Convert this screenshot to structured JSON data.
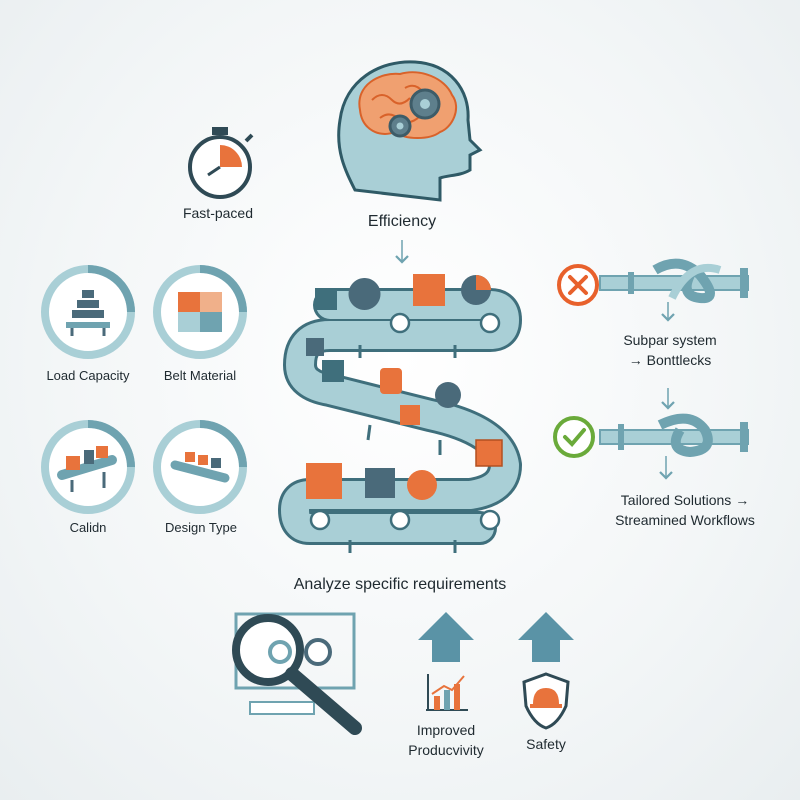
{
  "labels": {
    "fast_paced": "Fast-paced",
    "efficiency": "Efficiency",
    "load_capacity": "Load Capacity",
    "belt_material": "Belt Material",
    "calidn": "Calidn",
    "design_type": "Design Type",
    "subpar_line1": "Subpar system",
    "subpar_line2": "→ Bonttlecks",
    "tailored_line1": "Tailored Solutions →",
    "tailored_line2": "Streamined Workflows",
    "analyze": "Analyze specific requirements",
    "productivity_line1": "Improved",
    "productivity_line2": "Producvivity",
    "safety": "Safety"
  },
  "colors": {
    "teal": "#6fa3b0",
    "teal_light": "#a9cfd6",
    "teal_dark": "#3f6f7c",
    "orange": "#e8733c",
    "slate": "#4a6a7a",
    "red_x": "#e8612c",
    "green_check": "#6aaa3a",
    "arrow_up": "#5a93a6"
  },
  "icons": [
    "stopwatch-icon",
    "brain-gears-head-icon",
    "conveyor-s-belt",
    "load-capacity-icon",
    "belt-material-icon",
    "calidn-icon",
    "design-type-icon",
    "x-circle-icon",
    "check-circle-icon",
    "tangled-pipe-icon",
    "magnifier-gear-icon",
    "up-arrow-icon",
    "chart-up-icon",
    "hardhat-shield-icon"
  ]
}
